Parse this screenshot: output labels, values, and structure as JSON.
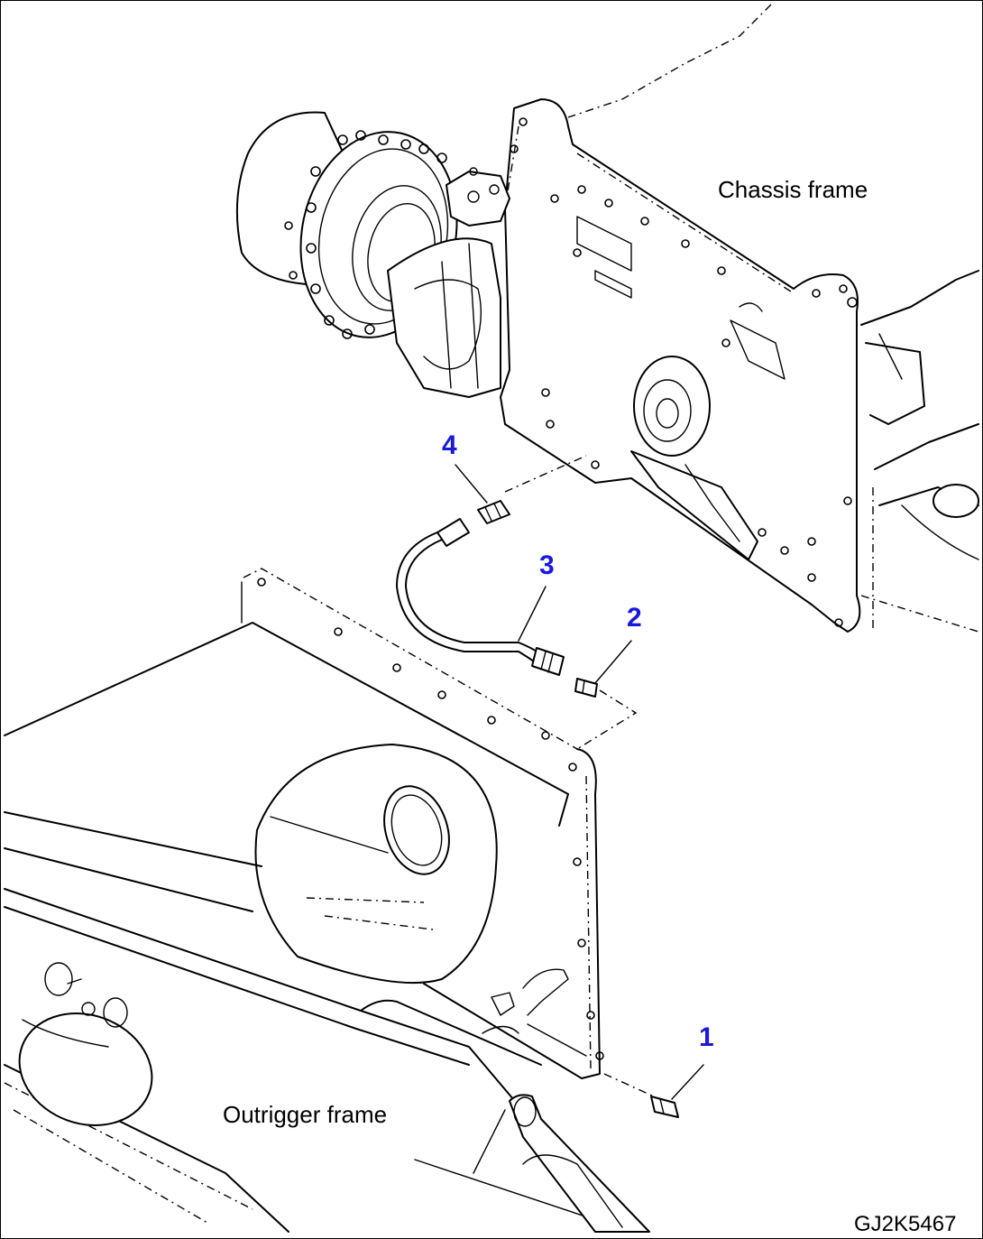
{
  "labels": {
    "chassis_frame": "Chassis frame",
    "outrigger_frame": "Outrigger frame",
    "drawing_number": "GJ2K5467"
  },
  "callouts": {
    "c1": "1",
    "c2": "2",
    "c3": "3",
    "c4": "4"
  },
  "colors": {
    "callout": "#1a1adc",
    "line": "#000000",
    "background": "#ffffff"
  }
}
